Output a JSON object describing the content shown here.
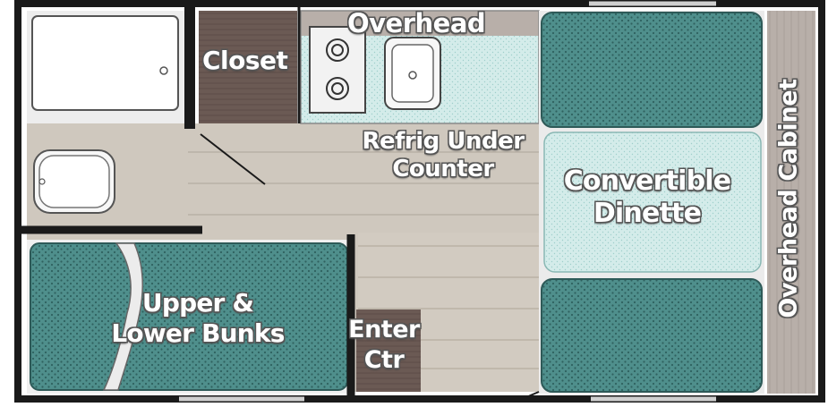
{
  "labels": {
    "closet": "Closet",
    "overhead": "Overhead",
    "refrig_line1": "Refrig Under",
    "refrig_line2": "Counter",
    "dinette_line1": "Convertible",
    "dinette_line2": "Dinette",
    "bunks_line1": "Upper &",
    "bunks_line2": "Lower Bunks",
    "enter_line1": "Enter",
    "enter_line2": "Ctr",
    "overhead_cabinet": "Overhead Cabinet"
  },
  "colors": {
    "outline": "#1a1a1a",
    "floor": "#cfc8be",
    "floor_lines": "#b9b1a6",
    "cushion": "#4f8f8c",
    "cushion_dark": "#3e7774",
    "dinette_table": "#cfe8e6",
    "wood": "#6b5a54",
    "cabinet": "#b5aca6",
    "counter": "#e9e9e9",
    "fixture": "#f7f7f7"
  }
}
